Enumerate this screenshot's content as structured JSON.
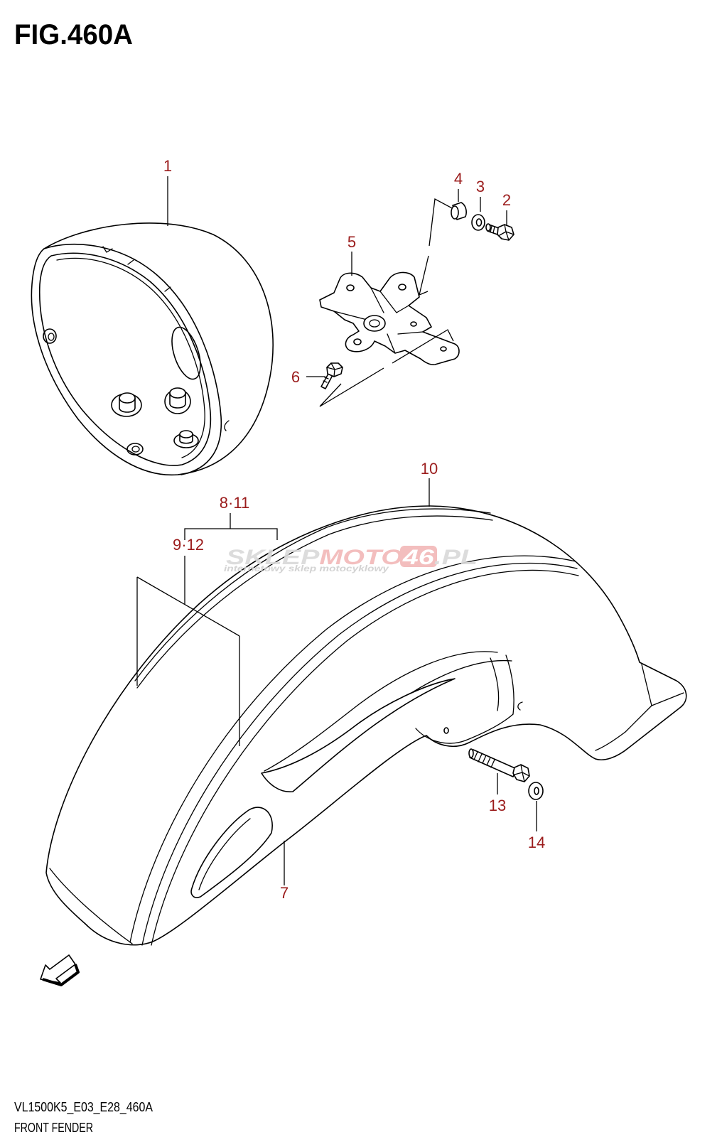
{
  "figure": {
    "title": "FIG.460A",
    "model_code": "VL1500K5_E03_E28_460A",
    "caption": "FRONT FENDER"
  },
  "callouts": {
    "p1": "1",
    "p2": "2",
    "p3": "3",
    "p4": "4",
    "p5": "5",
    "p6": "6",
    "p7": "7",
    "p8_11": "8·11",
    "p9_12": "9·12",
    "p10": "10",
    "p13": "13",
    "p14": "14"
  },
  "watermark": {
    "brand_a": "SKLEP",
    "brand_b": "MOTO",
    "brand_c": "46",
    "brand_d": ".PL",
    "tagline": "internetowy sklep motocyklowy"
  },
  "colors": {
    "callout": "#9b1c1c",
    "line": "#000000",
    "watermark": "#d9d9d9",
    "watermark_accent": "#f2b8b8"
  },
  "icons": {
    "direction": "front-direction-arrow-icon"
  }
}
